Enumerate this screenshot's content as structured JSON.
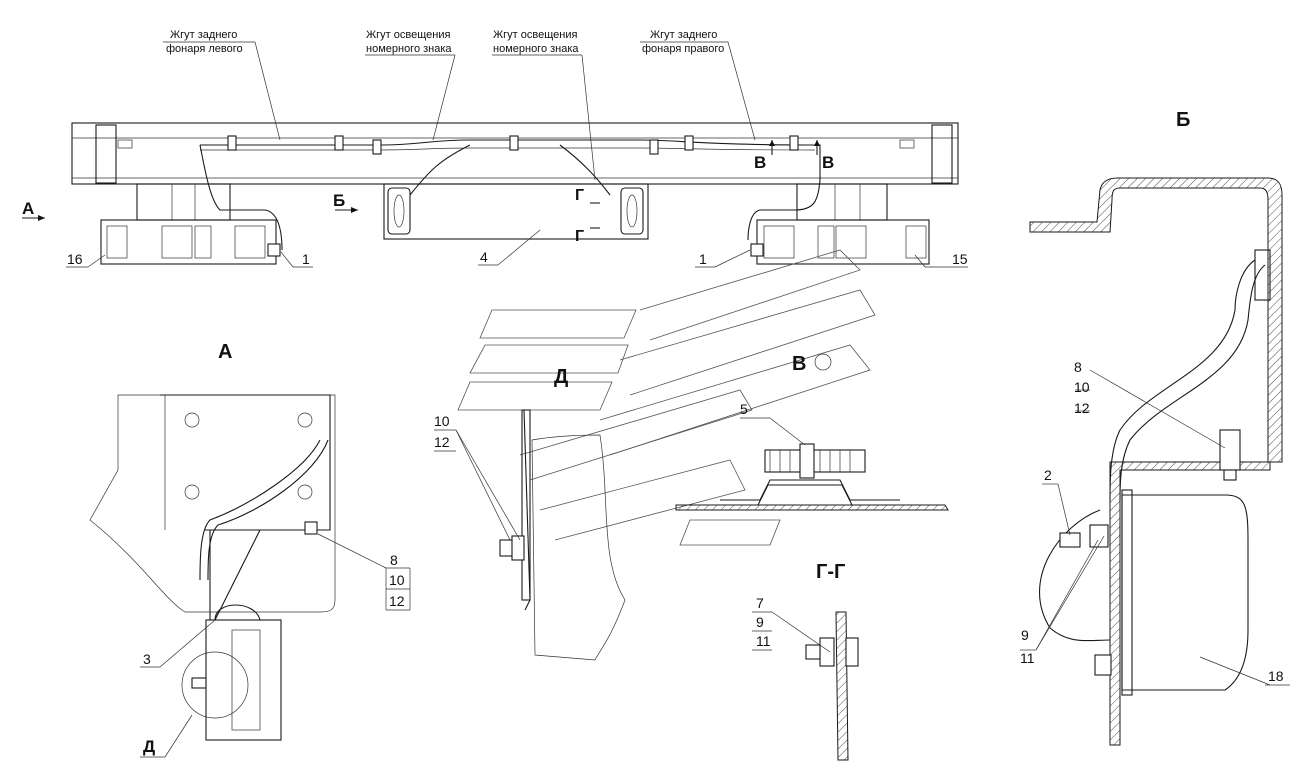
{
  "harness_labels": {
    "rear_left_line1": "Жгут заднего",
    "rear_left_line2": "фонаря левого",
    "plate1_line1": "Жгут освещения",
    "plate1_line2": "номерного знака",
    "plate2_line1": "Жгут освещения",
    "plate2_line2": "номерного знака",
    "rear_right_line1": "Жгут заднего",
    "rear_right_line2": "фонаря правого"
  },
  "view_labels": {
    "a_arrow": "А",
    "b_arrow": "Б",
    "v_left": "В",
    "v_right": "В",
    "g_top": "Г",
    "g_bottom": "Г",
    "view_a": "А",
    "view_b": "Б",
    "view_v": "В",
    "view_d": "Д",
    "section_gg": "Г-Г",
    "circle_d": "Д"
  },
  "part_numbers": {
    "p16": "16",
    "p1_left": "1",
    "p4": "4",
    "p1_right": "1",
    "p15": "15",
    "a_8": "8",
    "a_10": "10",
    "a_12": "12",
    "a_3": "3",
    "d_10": "10",
    "d_12": "12",
    "v_5": "5",
    "gg_7": "7",
    "gg_9": "9",
    "gg_11": "11",
    "b_8": "8",
    "b_10": "10",
    "b_12": "12",
    "b_2": "2",
    "b_9": "9",
    "b_11": "11",
    "b_18": "18"
  }
}
